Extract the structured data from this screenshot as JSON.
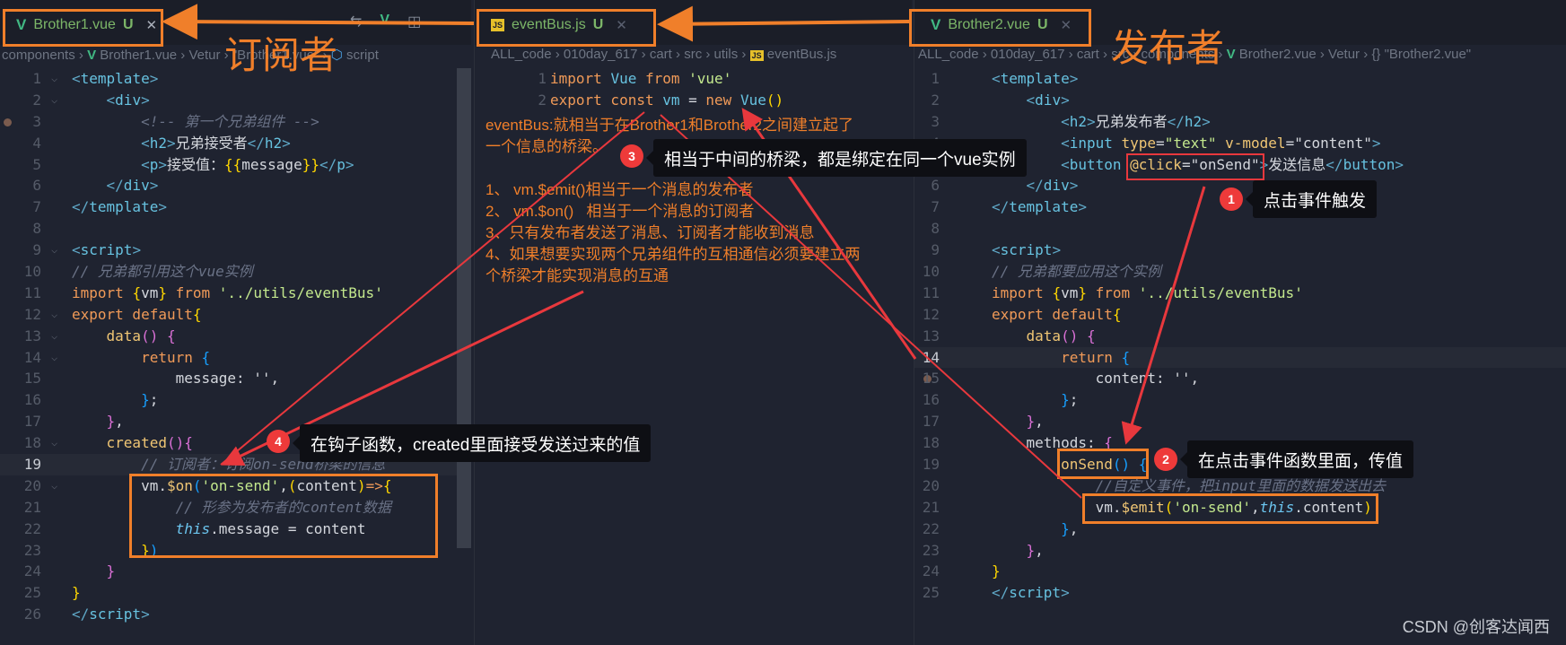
{
  "panes": {
    "left": {
      "tab": {
        "icon": "vue-icon",
        "label": "Brother1.vue",
        "status": "U",
        "close": "✕"
      },
      "breadcrumb": [
        "components",
        "Brother1.vue",
        "Vetur",
        "\"Brother1.vue\"",
        "script"
      ],
      "role_label": "订阅者",
      "lines": [
        {
          "n": "1"
        },
        {
          "n": "2"
        },
        {
          "n": "3"
        },
        {
          "n": "4"
        },
        {
          "n": "5"
        },
        {
          "n": "6"
        },
        {
          "n": "7"
        },
        {
          "n": "8"
        },
        {
          "n": "9"
        },
        {
          "n": "10"
        },
        {
          "n": "11"
        },
        {
          "n": "12"
        },
        {
          "n": "13"
        },
        {
          "n": "14"
        },
        {
          "n": "15"
        },
        {
          "n": "16"
        },
        {
          "n": "17"
        },
        {
          "n": "18"
        },
        {
          "n": "19"
        },
        {
          "n": "20"
        },
        {
          "n": "21"
        },
        {
          "n": "22"
        },
        {
          "n": "23"
        },
        {
          "n": "24"
        },
        {
          "n": "25"
        },
        {
          "n": "26"
        }
      ],
      "code": {
        "l3_comment": "<!-- 第一个兄弟组件 -->",
        "l4_text": "兄弟接受者",
        "l5_text": "接受值：",
        "l5_var": "message",
        "l10_comment": "// 兄弟都引用这个vue实例",
        "l11_path": "'../utils/eventBus'",
        "l15": "message: '',",
        "l19_comment": "// 订阅者：订阅on-send桥梁的信息",
        "l20_event": "'on-send'",
        "l21_comment": "// 形参为发布者的content数据",
        "l22": ".message = content"
      }
    },
    "middle": {
      "tab": {
        "icon": "js-icon",
        "label": "eventBus.js",
        "status": "U",
        "close": "✕"
      },
      "breadcrumb": [
        "ALL_code",
        "010day_617",
        "cart",
        "src",
        "utils",
        "eventBus.js"
      ],
      "code": {
        "l1_path": "'vue'"
      },
      "notes": {
        "intro": "eventBus:就相当于在Brother1和Brother2之间建立起了\n一个信息的桥梁。",
        "list": "1、 vm.$emit()相当于一个消息的发布者\n2、 vm.$on()   相当于一个消息的订阅者\n3、只有发布者发送了消息、订阅者才能收到消息\n4、如果想要实现两个兄弟组件的互相通信必须要建立两\n个桥梁才能实现消息的互通"
      }
    },
    "right": {
      "tab": {
        "icon": "vue-icon",
        "label": "Brother2.vue",
        "status": "U",
        "close": "✕"
      },
      "breadcrumb": [
        "ALL_code",
        "010day_617",
        "cart",
        "src",
        "components",
        "Brother2.vue",
        "Vetur",
        "{} \"Brother2.vue\""
      ],
      "role_label": "发布者",
      "code": {
        "l3_text": "兄弟发布者",
        "l4_type": "\"text\"",
        "l4_model": "\"content\"",
        "l5_click": "\"onSend\"",
        "l5_text": "发送信息",
        "l10_comment": "// 兄弟都要应用这个实例",
        "l11_path": "'../utils/eventBus'",
        "l15": "content: '',",
        "l19_fn": "onSend",
        "l20_comment": "//自定义事件，把input里面的数据发送出去",
        "l21_event": "'on-send'",
        "l21_tail": ".content"
      }
    }
  },
  "callouts": [
    {
      "num": "1",
      "text": "点击事件触发"
    },
    {
      "num": "2",
      "text": "在点击事件函数里面，传值"
    },
    {
      "num": "3",
      "text": "相当于中间的桥梁，都是绑定在同一个vue实例"
    },
    {
      "num": "4",
      "text": "在钩子函数，created里面接受发送过来的值"
    }
  ],
  "watermark": "CSDN @创客达闻西",
  "colors": {
    "annotation": "#f07f2a",
    "arrow_red": "#e8383d",
    "background": "#1f2330"
  }
}
